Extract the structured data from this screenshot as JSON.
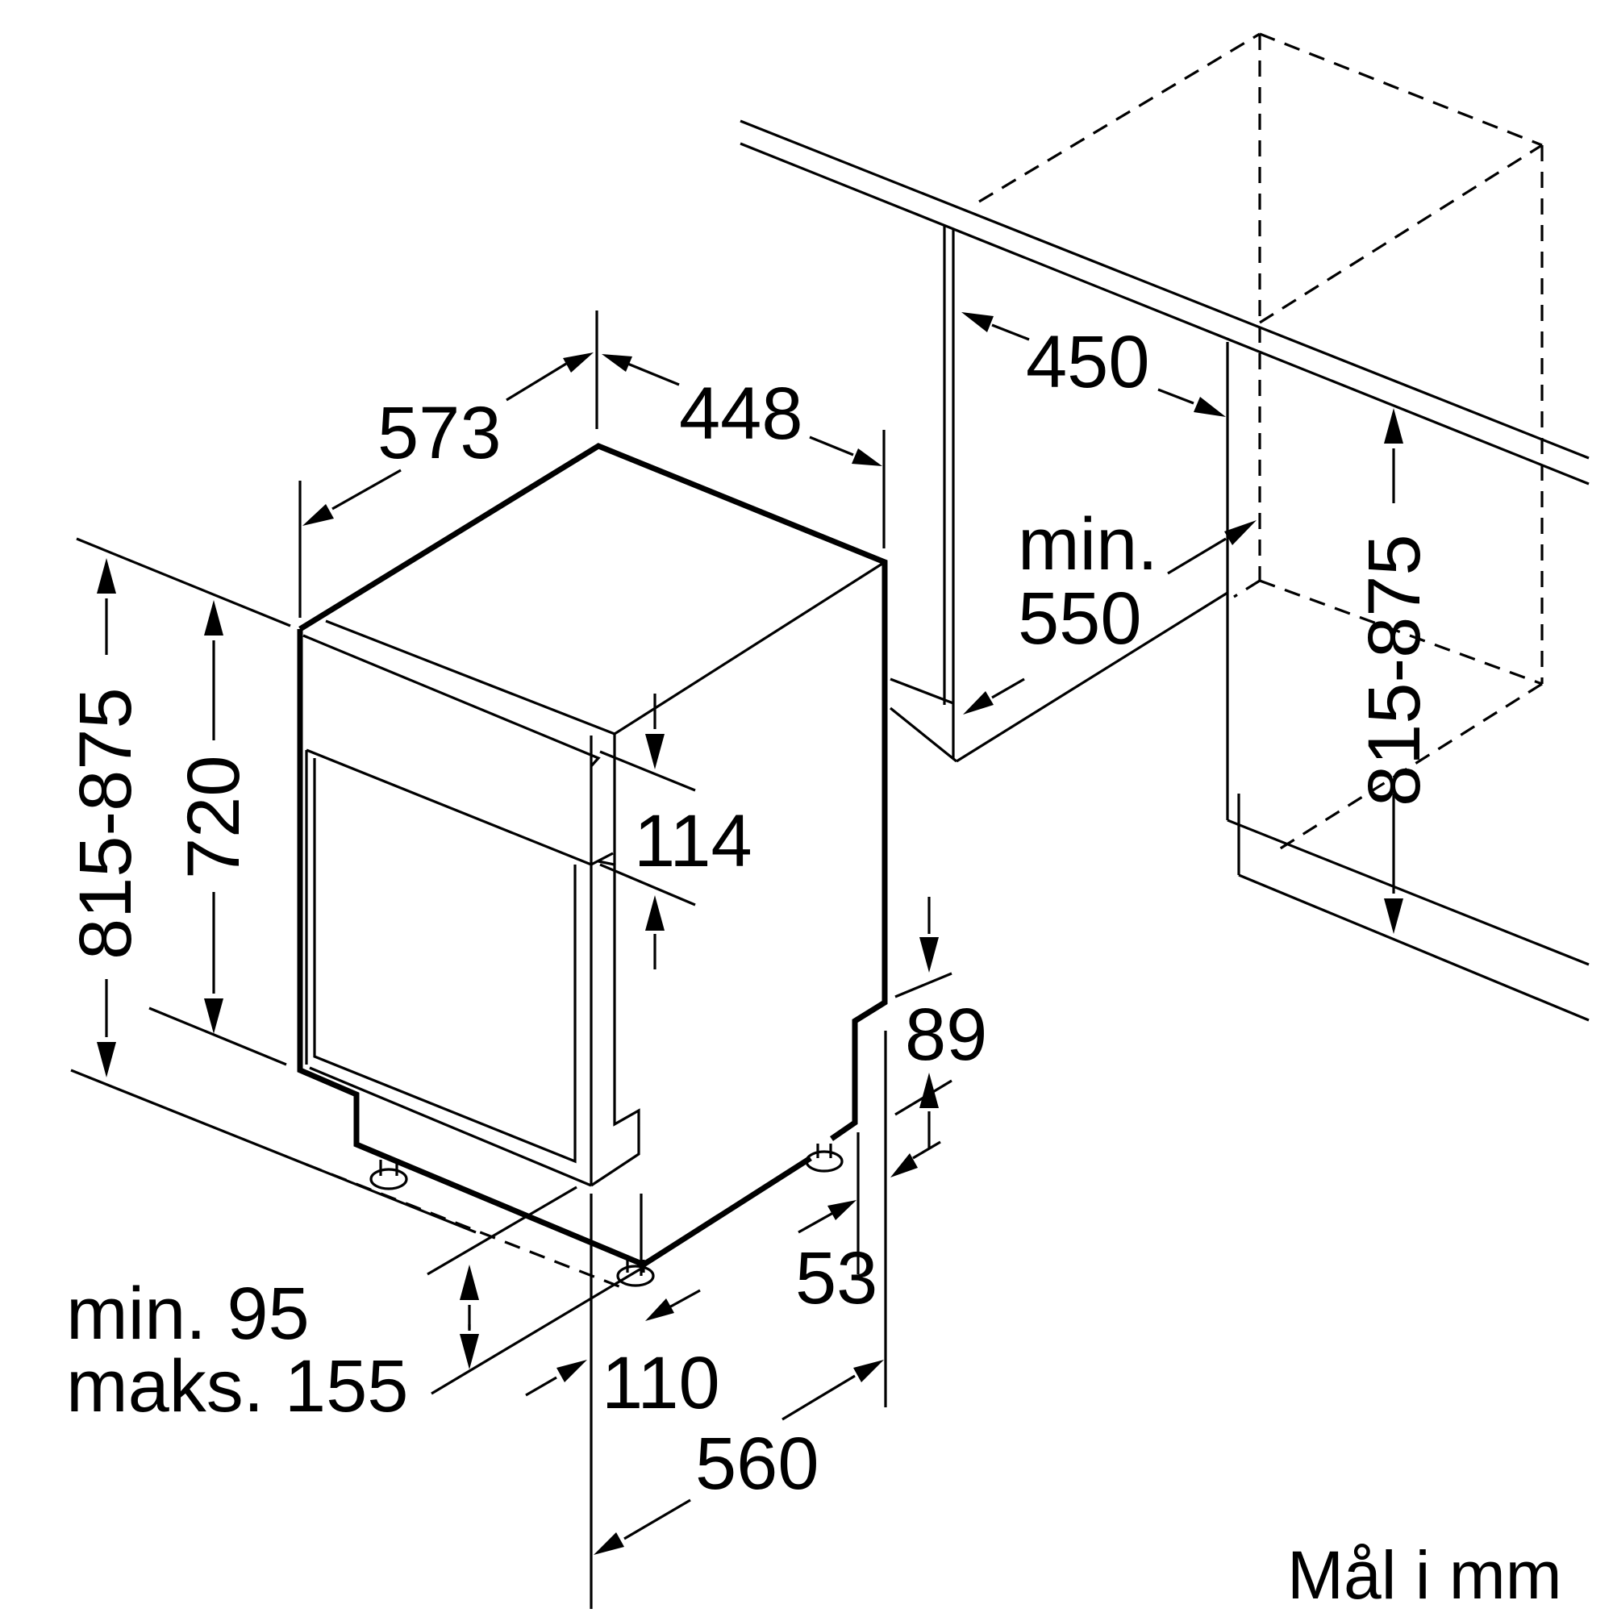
{
  "diagram": {
    "unit_note": "Mål i mm",
    "dimensions": {
      "top_depth": "573",
      "top_width": "448",
      "niche_width": "450",
      "niche_depth_line1": "min.",
      "niche_depth_line2": "550",
      "height_range_left": "815-875",
      "height_body": "720",
      "panel_height": "114",
      "plinth_height": "89",
      "foot_offset": "53",
      "plinth_line1": "min. 95",
      "plinth_line2": "maks. 155",
      "foot_depth": "110",
      "depth_bottom": "560",
      "height_range_right": "815-875"
    }
  }
}
